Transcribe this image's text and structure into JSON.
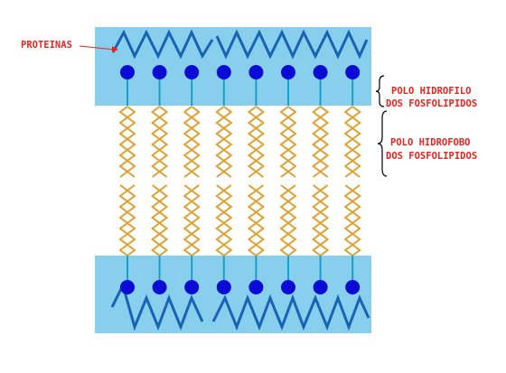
{
  "labels": {
    "proteins": "PROTEINAS",
    "hydrophilic_line1": "POLO HIDROFILO",
    "hydrophilic_line2": "DOS FOSFOLIPIDOS",
    "hydrophobic_line1": "POLO HIDROFOBO",
    "hydrophobic_line2": "DOS FOSFOLIPIDOS"
  },
  "colors": {
    "layer": "#87cfec",
    "protein": "#1a62b4",
    "head": "#0b0bd6",
    "stalk": "#1aa0c8",
    "tail": "#e0a030",
    "label": "#e8241e"
  },
  "phospholipid_count_per_layer": 8
}
